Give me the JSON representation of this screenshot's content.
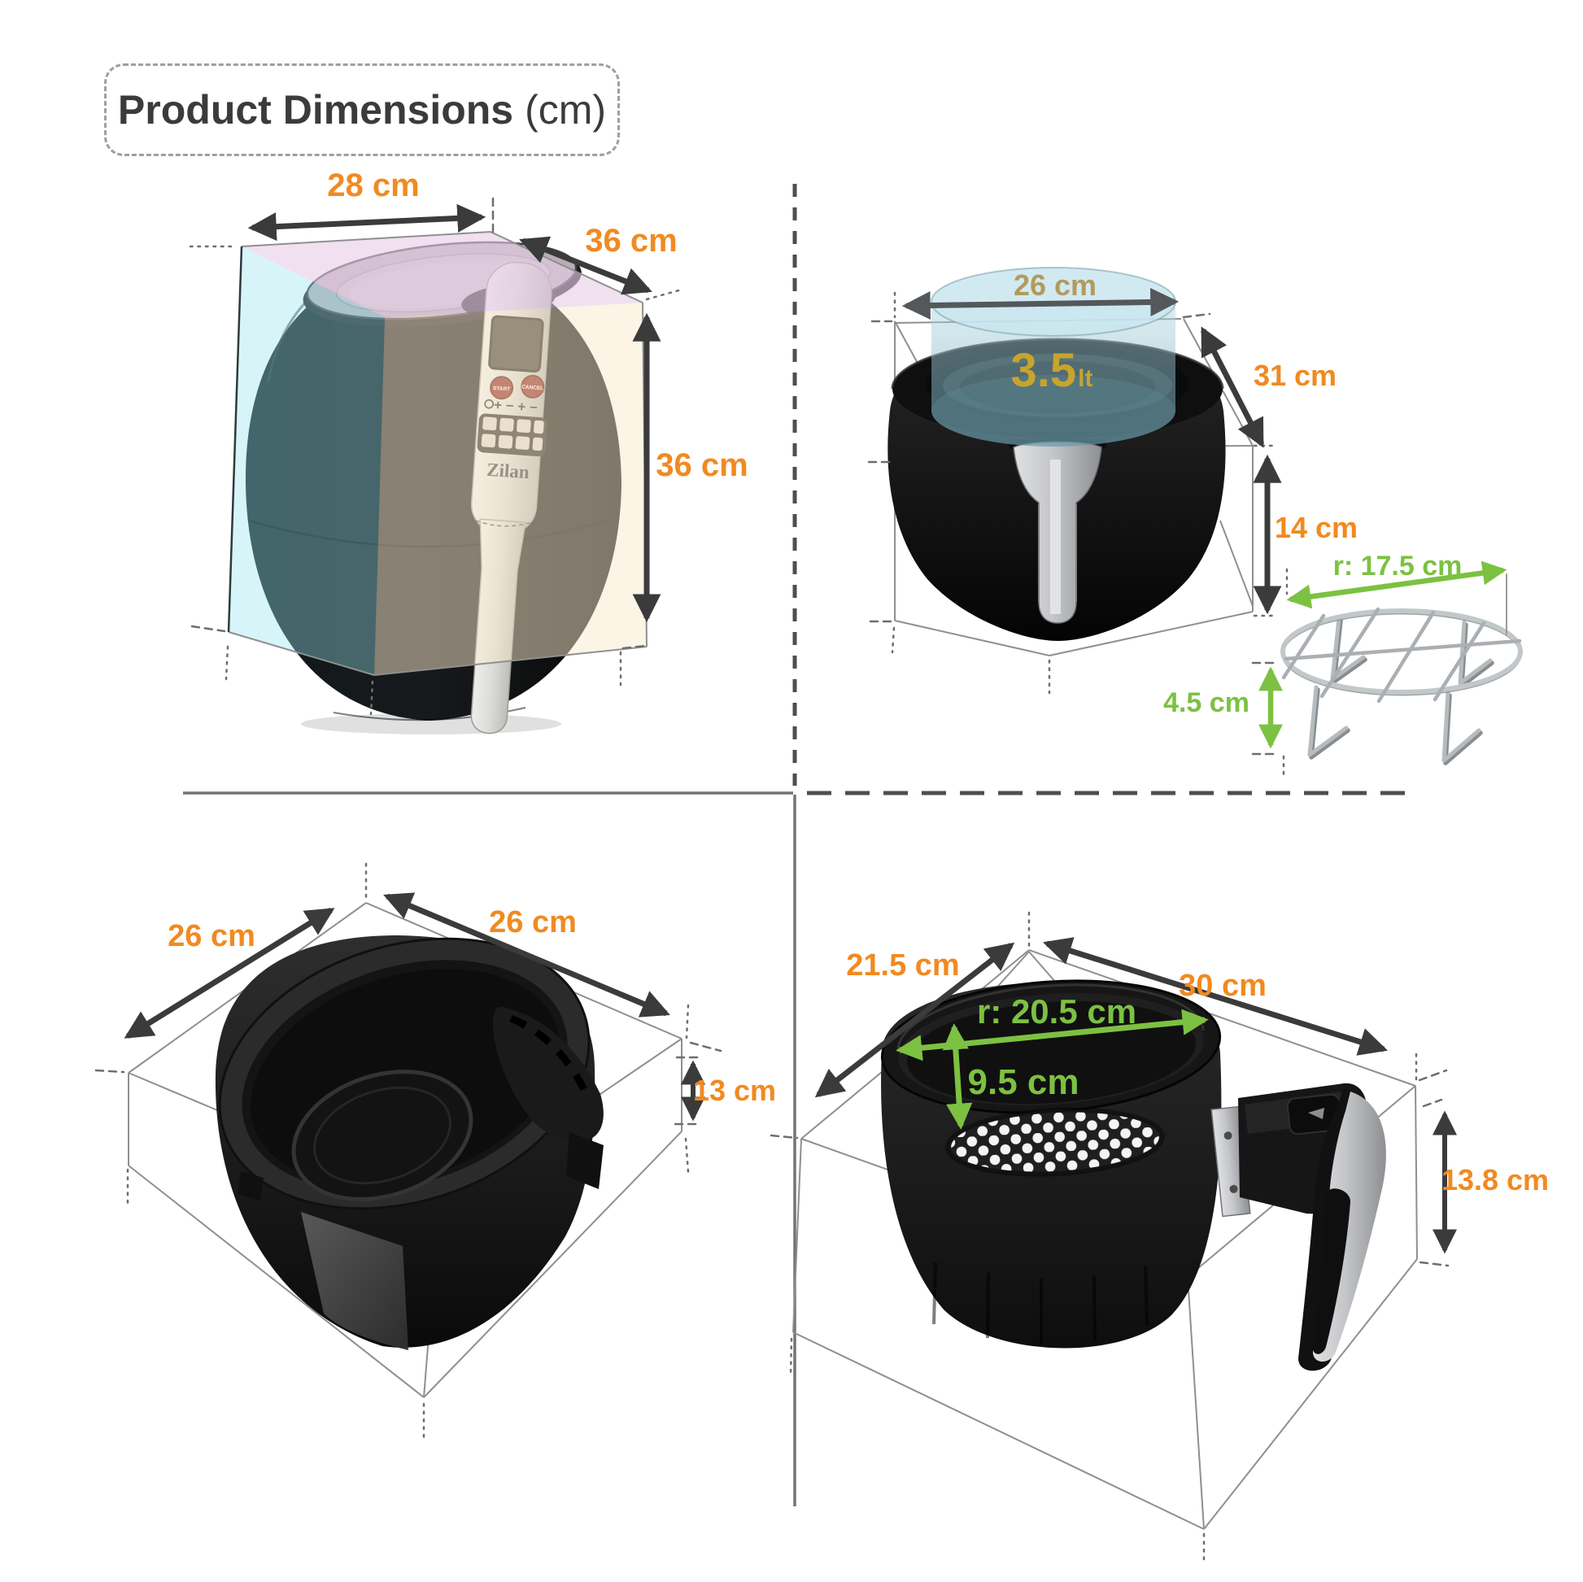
{
  "title": {
    "main": "Product Dimensions",
    "unit": "(cm)"
  },
  "colors": {
    "accent_orange": "#F18A21",
    "accent_green": "#7CC142",
    "label_tan": "#B39A5E",
    "label_gold": "#C8A42C",
    "arrow_dark": "#3B3B3B",
    "divider_gray": "#4E4E4E"
  },
  "q1": {
    "name": "air fryer overall dimensions",
    "width": "28 cm",
    "depth": "36 cm",
    "height": "36 cm",
    "brand": "Zilan",
    "start": "START",
    "cancel": "CANCEL",
    "controls": "+ −  + −"
  },
  "q2": {
    "name": "capacity and body dimensions",
    "diameter": "26 cm",
    "cap_value": "3.5",
    "cap_unit": "lt",
    "depth": "31 cm",
    "height": "14 cm",
    "rack_radius": "r: 17.5 cm",
    "rack_height": "4.5 cm"
  },
  "q3": {
    "name": "inner pot dimensions",
    "width": "26 cm",
    "depth": "26 cm",
    "height": "13 cm"
  },
  "q4": {
    "name": "fryer basket dimensions",
    "depth": "21.5 cm",
    "width": "30 cm",
    "radius": "r: 20.5 cm",
    "inner_height": "9.5 cm",
    "height": "13.8 cm"
  }
}
